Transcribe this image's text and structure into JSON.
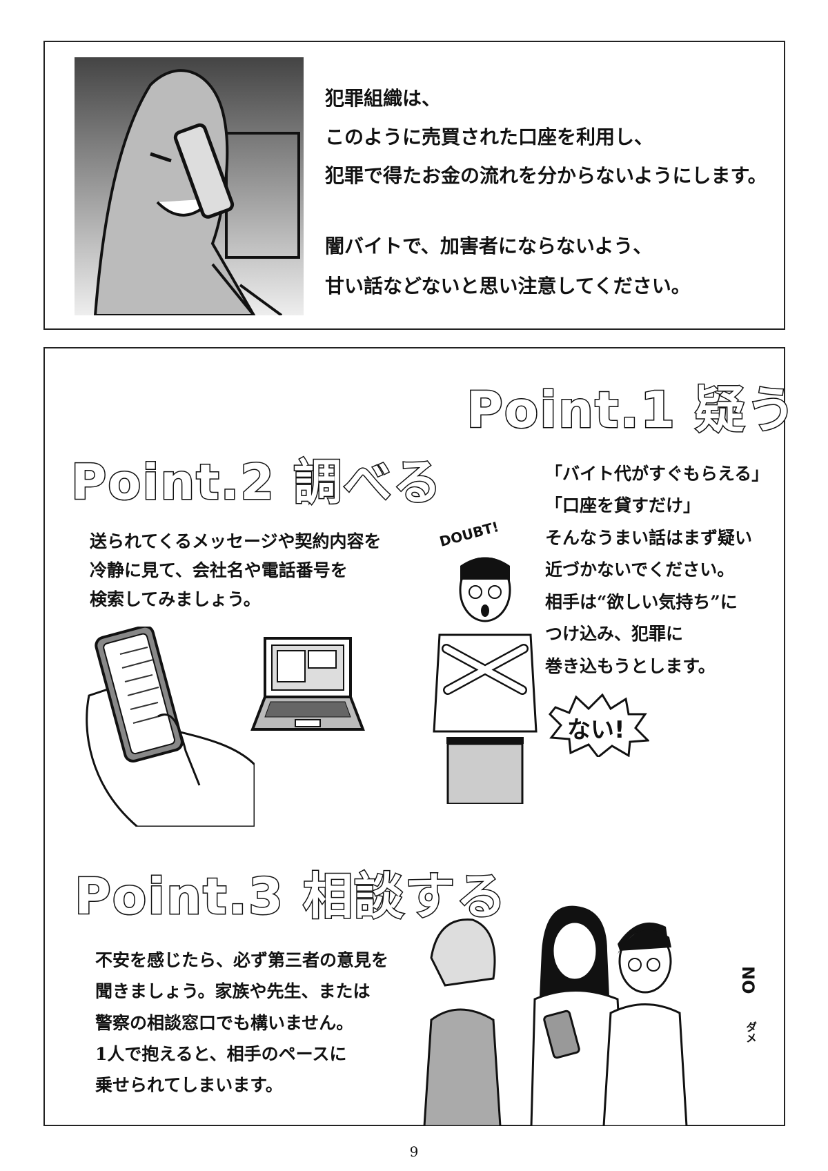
{
  "top_panel": {
    "lines": [
      "犯罪組織は、",
      "このように売買された口座を利用し、",
      "犯罪で得たお金の流れを分からないようにします。",
      "闇バイトで、加害者にならないよう、",
      "甘い話などないと思い注意してください。"
    ]
  },
  "point1": {
    "title": "Point.1 疑う",
    "lines": [
      "「バイト代がすぐもらえる」",
      "「口座を貸すだけ」",
      "そんなうまい話はまず疑い",
      "近づかないでください。",
      "相手は“欲しい気持ち”に",
      "つけ込み、犯罪に",
      "巻き込もうとします。"
    ],
    "sfx_doubt": "DOUBT!",
    "speech": "ない!"
  },
  "point2": {
    "title": "Point.2 調べる",
    "lines": [
      "送られてくるメッセージや契約内容を",
      "冷静に見て、会社名や電話番号を",
      "検索してみましょう。"
    ]
  },
  "point3": {
    "title": "Point.3 相談する",
    "lines": [
      "不安を感じたら、必ず第三者の意見を",
      "聞きましょう。家族や先生、または",
      "警察の相談窓口でも構いません。",
      "1人で抱えると、相手のペースに",
      "乗せられてしまいます。"
    ],
    "sfx_no": "NO",
    "sfx_dame": "ダメ"
  },
  "page_number": "9"
}
